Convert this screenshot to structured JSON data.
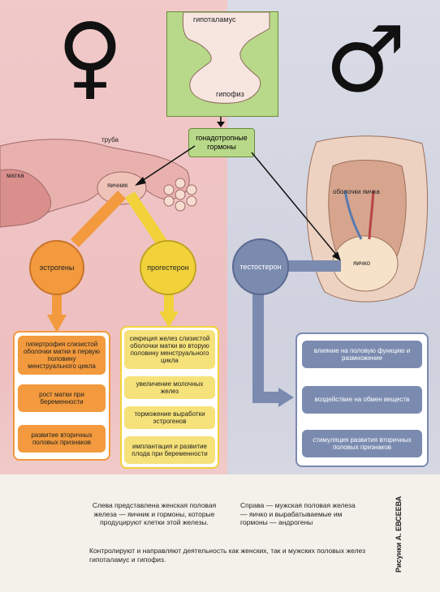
{
  "labels": {
    "hypothalamus": "гипоталамус",
    "pituitary": "гипофиз",
    "gonadotropic": "гонадотропные гормоны",
    "tube": "труба",
    "uterus": "матка",
    "ovary": "яичник",
    "testis_membranes": "оболочки яичка",
    "testis": "яичко"
  },
  "symbols": {
    "female": "♀",
    "male": "♂"
  },
  "hormones": {
    "estrogens": "эстрогены",
    "progesterone": "прогестерон",
    "testosterone": "тестостерон"
  },
  "estrogen_effects": [
    "гипертрофия слизистой оболочки матки в первую половину менструального цикла",
    "рост матки при беременности",
    "развитие вторичных половых признаков"
  ],
  "progesterone_effects": [
    "секреция желез слизистой оболочки матки во вторую половину менструального цикла",
    "увеличение молочных желез",
    "торможение выработки эстрогенов",
    "имплантация и развитие плода при беременности"
  ],
  "testosterone_effects": [
    "влияние на половую функцию и размножение",
    "воздействие на обмен веществ",
    "стимуляция развития вторичных половых признаков"
  ],
  "caption": {
    "left": "Слева представлена женская половая железа — яичник и гормоны, которые продуцируют клетки этой железы.",
    "right": "Справа — мужская половая железа — яичко и вырабатываемые им гормоны — андрогены",
    "bottom": "Контролируют и направляют деятельность как женских, так и мужских половых желез гипоталамус и гипофиз."
  },
  "credit": "Рисунки А. ЕВСЕЕВА",
  "colors": {
    "estrogen": "#f29a3d",
    "progesterone": "#f2d23a",
    "testosterone": "#7b8bb0",
    "hypothalamus_box": "#b9d98a"
  }
}
